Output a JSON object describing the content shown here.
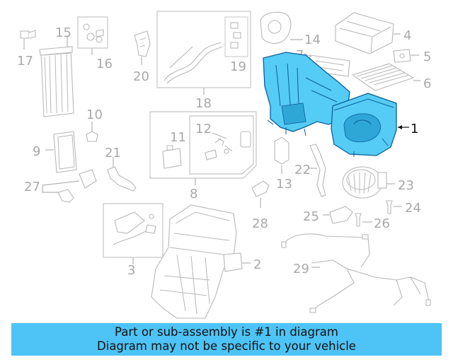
{
  "callouts": [
    "1",
    "2",
    "3",
    "4",
    "5",
    "6",
    "7",
    "8",
    "9",
    "10",
    "11",
    "12",
    "13",
    "14",
    "15",
    "16",
    "17",
    "18",
    "19",
    "20",
    "21",
    "22",
    "23",
    "24",
    "25",
    "26",
    "27",
    "28",
    "29"
  ],
  "highlighted_callout": "1",
  "colors": {
    "highlight_part": "#55ccf6",
    "banner": "#4ec3f5",
    "callout_text": "#a9a9a9"
  },
  "banner": {
    "line1": "Part or sub-assembly is #1 in diagram",
    "line2": "Diagram may not be specific to your vehicle"
  }
}
